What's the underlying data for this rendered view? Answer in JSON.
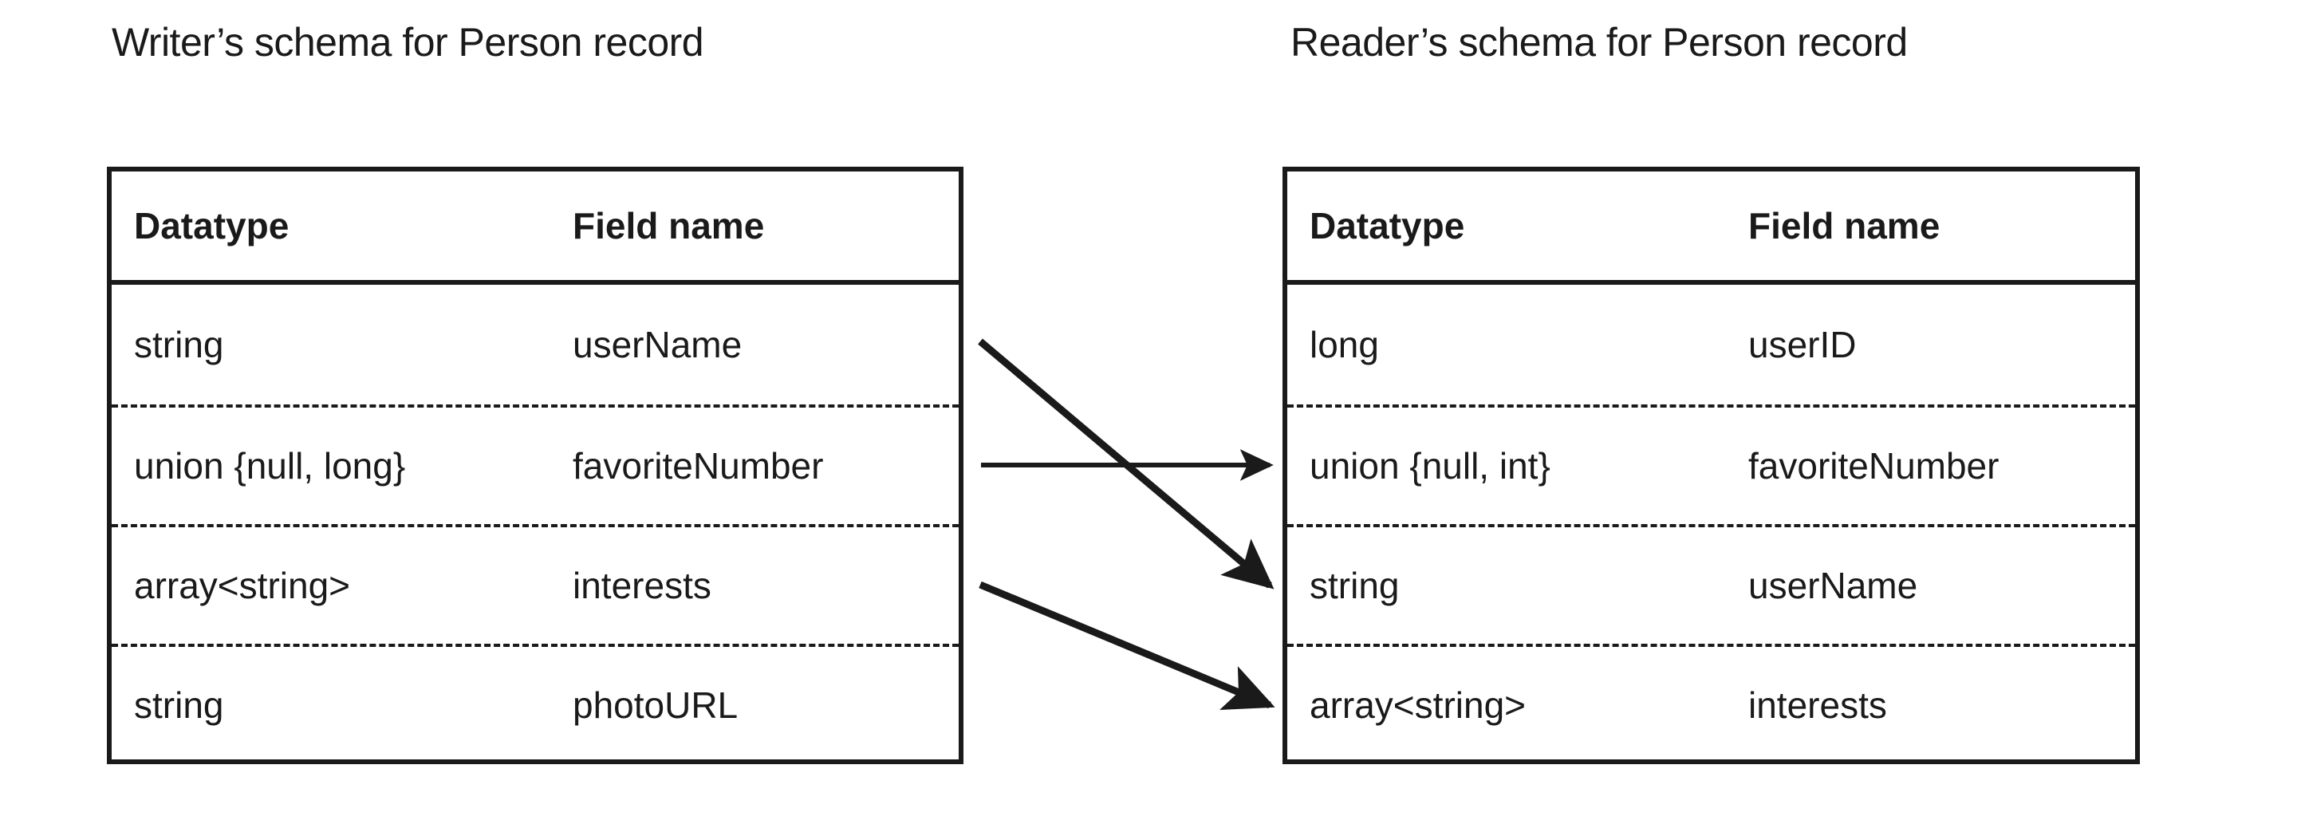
{
  "diagram": {
    "title_writer": "Writer’s schema for Person record",
    "title_reader": "Reader’s schema for Person record",
    "columns": {
      "datatype": "Datatype",
      "field_name": "Field name"
    },
    "writer_schema": {
      "rows": [
        {
          "datatype": "string",
          "field": "userName"
        },
        {
          "datatype": "union {null, long}",
          "field": "favoriteNumber"
        },
        {
          "datatype": "array<string>",
          "field": "interests"
        },
        {
          "datatype": "string",
          "field": "photoURL"
        }
      ]
    },
    "reader_schema": {
      "rows": [
        {
          "datatype": "long",
          "field": "userID"
        },
        {
          "datatype": "union {null, int}",
          "field": "favoriteNumber"
        },
        {
          "datatype": "string",
          "field": "userName"
        },
        {
          "datatype": "array<string>",
          "field": "interests"
        }
      ]
    },
    "mappings": [
      {
        "from_field": "userName",
        "to_field": "userName",
        "from_row": 0,
        "to_row": 2
      },
      {
        "from_field": "favoriteNumber",
        "to_field": "favoriteNumber",
        "from_row": 1,
        "to_row": 1
      },
      {
        "from_field": "interests",
        "to_field": "interests",
        "from_row": 2,
        "to_row": 3
      }
    ],
    "colors": {
      "ink": "#1a1a1a",
      "background": "#ffffff"
    }
  }
}
